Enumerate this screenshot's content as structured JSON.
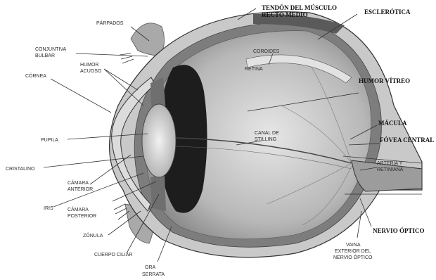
{
  "diagram": {
    "labels": {
      "parpados": "PÁRPADOS",
      "tendon": "TENDÓN DEL MÚSCULO",
      "tendon2": "RECTO MEDIO",
      "esclerotica": "ESCLERÓTICA",
      "conjuntiva": "CONJUNTIVA",
      "conjuntiva2": "BULBAR",
      "coroides": "COROIDES",
      "retina": "RETINA",
      "humor_acuoso": "HUMOR",
      "humor_acuoso2": "ACUOSO",
      "cornea": "CÓRNEA",
      "humor_vitreo": "HUMOR VÍTREO",
      "macula": "MÁCULA",
      "fovea": "FÓVEA CENTRAL",
      "pupila": "PUPILA",
      "canal": "CANAL DE",
      "canal2": "STILLING",
      "cristalino": "CRISTALINO",
      "arteria": "ARTERIA Y",
      "arteria2": "RETINIANA",
      "camara_anterior": "CÁMARA",
      "camara_anterior2": "ANTERIOR",
      "iris": "IRIS",
      "camara_posterior": "CÁMARA",
      "camara_posterior2": "POSTERIOR",
      "zonula": "ZÓNULA",
      "nervio": "NERVIO ÓPTICO",
      "cuerpo": "CUERPO CILIAR",
      "vaina": "VAINA",
      "vaina2": "EXTERIOR DEL",
      "vaina3": "NERVIO ÓPTICO",
      "ora": "ORA",
      "ora2": "SERRATA"
    }
  }
}
